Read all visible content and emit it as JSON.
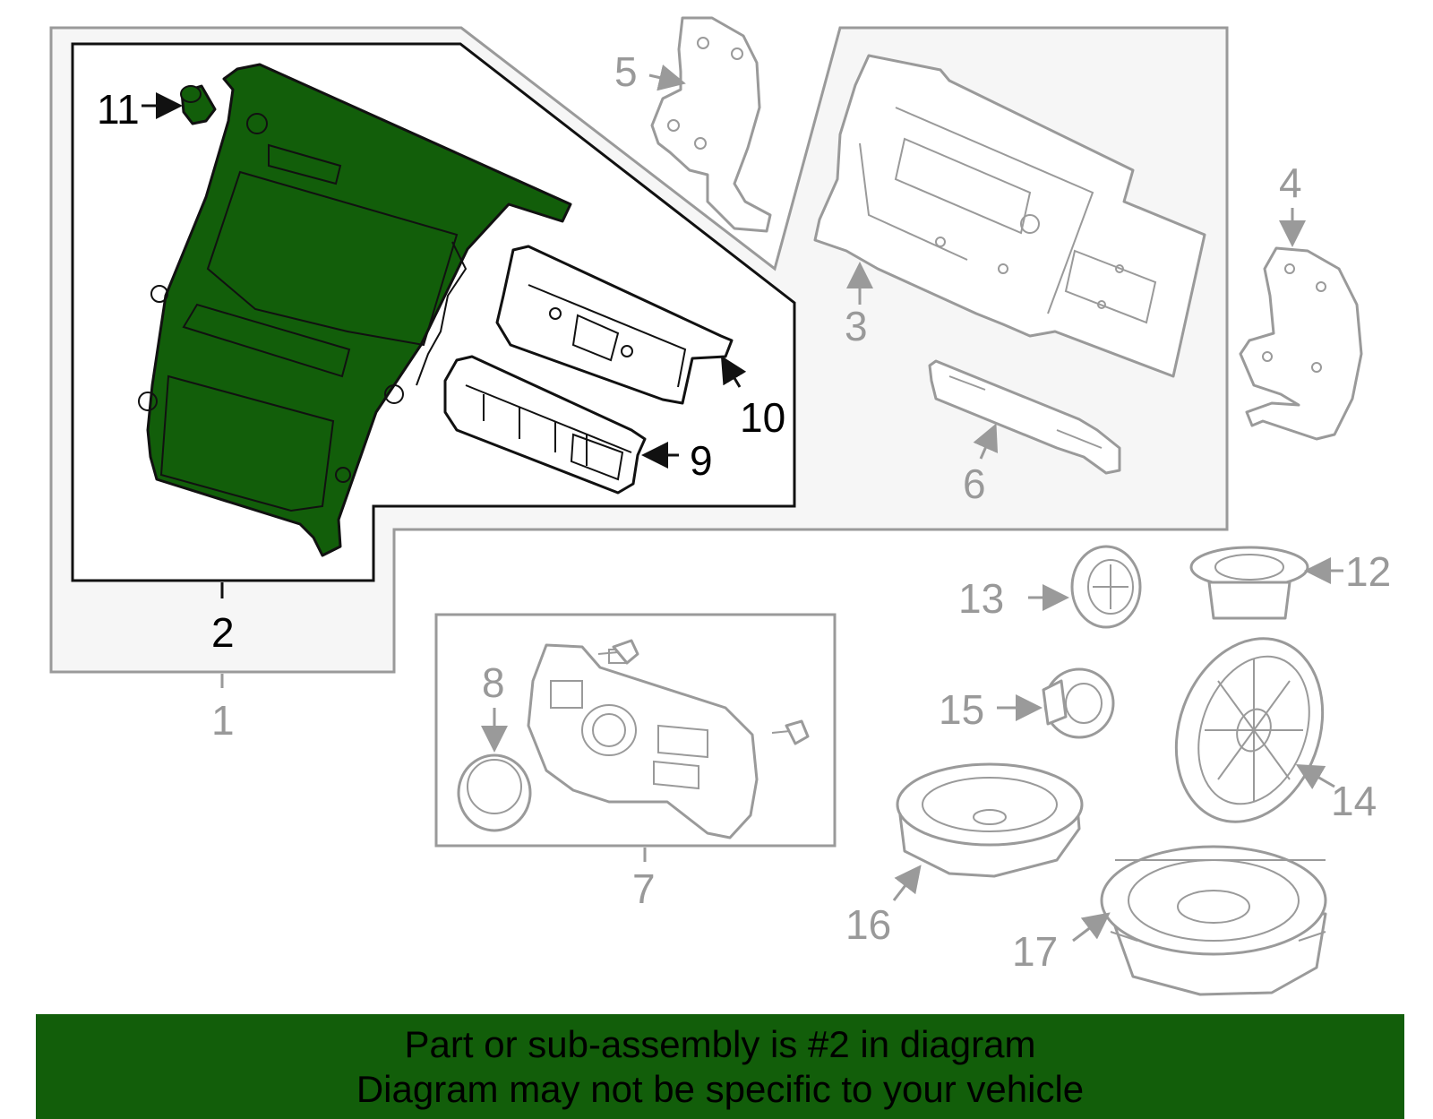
{
  "diagram": {
    "highlight_color": "#125e0a",
    "callouts": [
      {
        "id": "1",
        "label": "1",
        "style": "gray"
      },
      {
        "id": "2",
        "label": "2",
        "style": "black"
      },
      {
        "id": "3",
        "label": "3",
        "style": "gray"
      },
      {
        "id": "4",
        "label": "4",
        "style": "gray"
      },
      {
        "id": "5",
        "label": "5",
        "style": "gray"
      },
      {
        "id": "6",
        "label": "6",
        "style": "gray"
      },
      {
        "id": "7",
        "label": "7",
        "style": "gray"
      },
      {
        "id": "8",
        "label": "8",
        "style": "gray"
      },
      {
        "id": "9",
        "label": "9",
        "style": "black"
      },
      {
        "id": "10",
        "label": "10",
        "style": "black"
      },
      {
        "id": "11",
        "label": "11",
        "style": "black"
      },
      {
        "id": "12",
        "label": "12",
        "style": "gray"
      },
      {
        "id": "13",
        "label": "13",
        "style": "gray"
      },
      {
        "id": "14",
        "label": "14",
        "style": "gray"
      },
      {
        "id": "15",
        "label": "15",
        "style": "gray"
      },
      {
        "id": "16",
        "label": "16",
        "style": "gray"
      },
      {
        "id": "17",
        "label": "17",
        "style": "gray"
      }
    ]
  },
  "banner": {
    "line1": "Part or sub-assembly is #2 in diagram",
    "line2": "Diagram may not be specific to your vehicle",
    "background": "#125e0a"
  }
}
